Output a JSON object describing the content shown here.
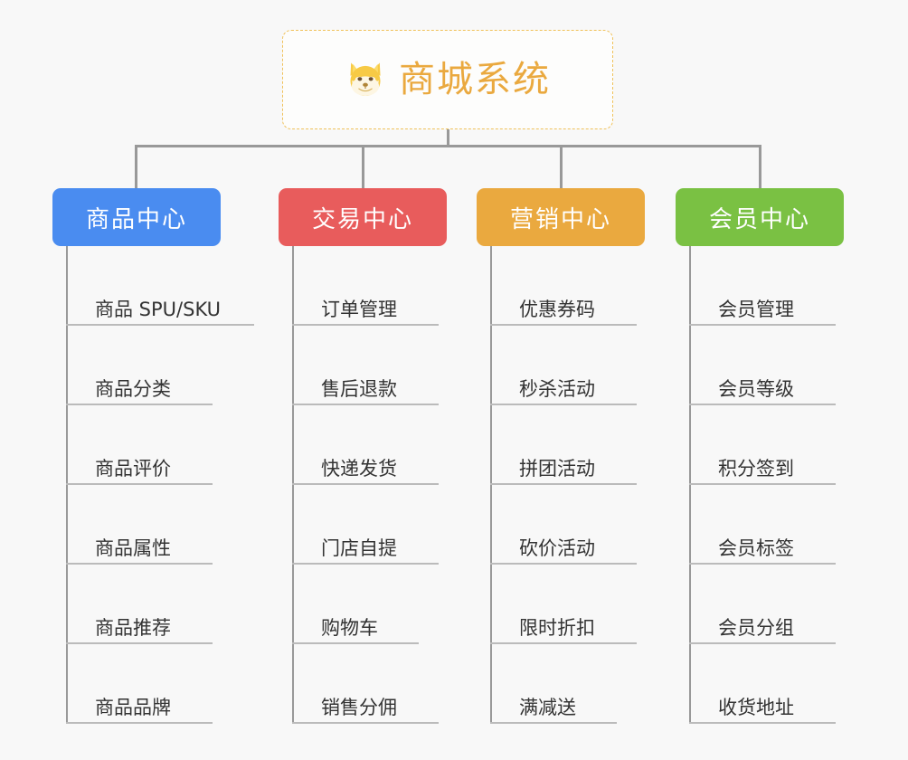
{
  "page": {
    "background_color": "#f8f8f8",
    "line_color": "#999999",
    "leaf_rule_color": "#bbbbbb",
    "leaf_text_color": "#333333"
  },
  "root": {
    "title": "商城系统",
    "icon": "shiba-dog-face-icon",
    "border_color": "#f0c25a",
    "title_color": "#eaa93f"
  },
  "columns": [
    {
      "title": "商品中心",
      "color": "#4a8cf0",
      "items": [
        {
          "label": "商品 SPU/SKU"
        },
        {
          "label": "商品分类"
        },
        {
          "label": "商品评价"
        },
        {
          "label": "商品属性"
        },
        {
          "label": "商品推荐"
        },
        {
          "label": "商品品牌"
        }
      ]
    },
    {
      "title": "交易中心",
      "color": "#e85c5c",
      "items": [
        {
          "label": "订单管理"
        },
        {
          "label": "售后退款"
        },
        {
          "label": "快递发货"
        },
        {
          "label": "门店自提"
        },
        {
          "label": "购物车"
        },
        {
          "label": "销售分佣"
        }
      ]
    },
    {
      "title": "营销中心",
      "color": "#eaa93f",
      "items": [
        {
          "label": "优惠券码"
        },
        {
          "label": "秒杀活动"
        },
        {
          "label": "拼团活动"
        },
        {
          "label": "砍价活动"
        },
        {
          "label": "限时折扣"
        },
        {
          "label": "满减送"
        }
      ]
    },
    {
      "title": "会员中心",
      "color": "#7ac143",
      "items": [
        {
          "label": "会员管理"
        },
        {
          "label": "会员等级"
        },
        {
          "label": "积分签到"
        },
        {
          "label": "会员标签"
        },
        {
          "label": "会员分组"
        },
        {
          "label": "收货地址"
        }
      ]
    }
  ]
}
